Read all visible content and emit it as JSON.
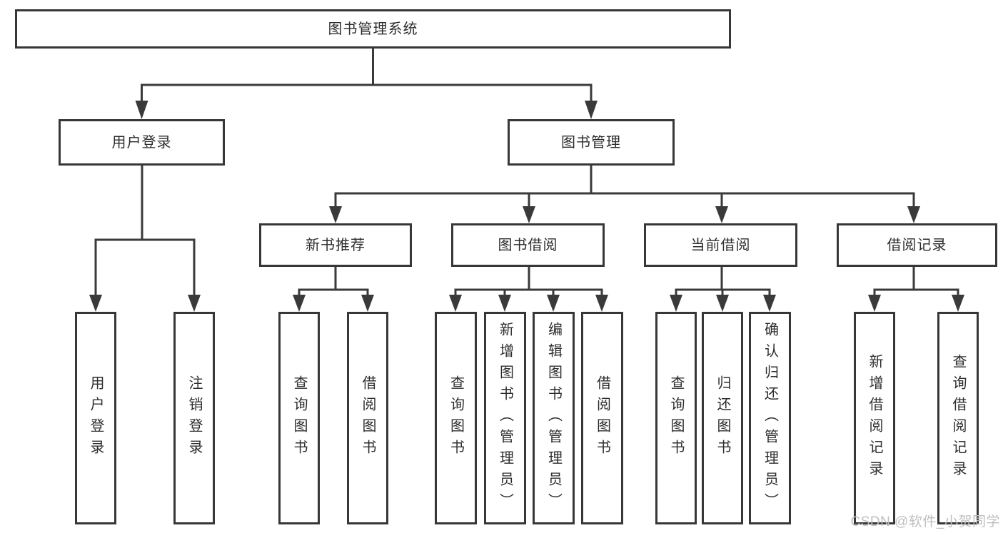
{
  "diagram": {
    "root": {
      "label": "图书管理系统"
    },
    "children": [
      {
        "label": "用户登录",
        "children": [
          {
            "label": "用户登录"
          },
          {
            "label": "注销登录"
          }
        ]
      },
      {
        "label": "图书管理",
        "children": [
          {
            "label": "新书推荐",
            "children": [
              {
                "label": "查询图书"
              },
              {
                "label": "借阅图书"
              }
            ]
          },
          {
            "label": "图书借阅",
            "children": [
              {
                "label": "查询图书"
              },
              {
                "label": "新增图书（管理员）"
              },
              {
                "label": "编辑图书（管理员）"
              },
              {
                "label": "借阅图书"
              }
            ]
          },
          {
            "label": "当前借阅",
            "children": [
              {
                "label": "查询图书"
              },
              {
                "label": "归还图书"
              },
              {
                "label": "确认归还（管理员）"
              }
            ]
          },
          {
            "label": "借阅记录",
            "children": [
              {
                "label": "新增借阅记录"
              },
              {
                "label": "查询借阅记录"
              }
            ]
          }
        ]
      }
    ],
    "colors": {
      "line": "#3a3a3a",
      "text": "#2d2d2d",
      "box_background": "#ffffff",
      "watermark": "#bfbfbf"
    }
  },
  "watermark": {
    "text": "CSDN @软件_小贺同学"
  }
}
